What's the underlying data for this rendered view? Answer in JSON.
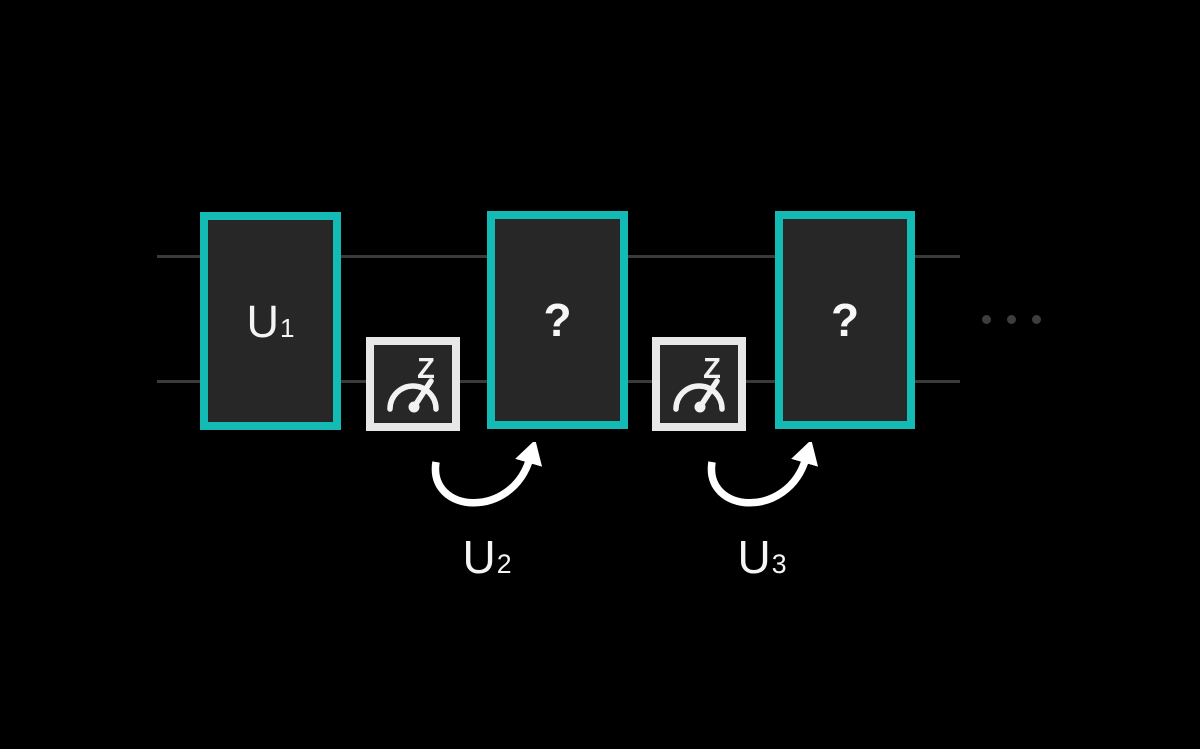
{
  "colors": {
    "background": "#000000",
    "gate_border_teal": "#14bab4",
    "gate_fill": "#272727",
    "measure_border": "#e7e7e7",
    "wire": "#3a3a3a",
    "ellipsis_dot": "#3d3d3d",
    "foreground": "#f4f4f4"
  },
  "circuit": {
    "gate_u1": {
      "label": "U",
      "subscript": "1"
    },
    "unknown_gate_1": {
      "label": "?"
    },
    "unknown_gate_2": {
      "label": "?"
    },
    "measurement_1": {
      "basis": "Z",
      "icon": "meter-gauge-icon"
    },
    "measurement_2": {
      "basis": "Z",
      "icon": "meter-gauge-icon"
    },
    "feedforward_1": {
      "label": "U",
      "subscript": "2"
    },
    "feedforward_2": {
      "label": "U",
      "subscript": "3"
    },
    "ellipsis": {
      "icon": "horizontal-ellipsis-icon",
      "dot_count": 3
    }
  }
}
